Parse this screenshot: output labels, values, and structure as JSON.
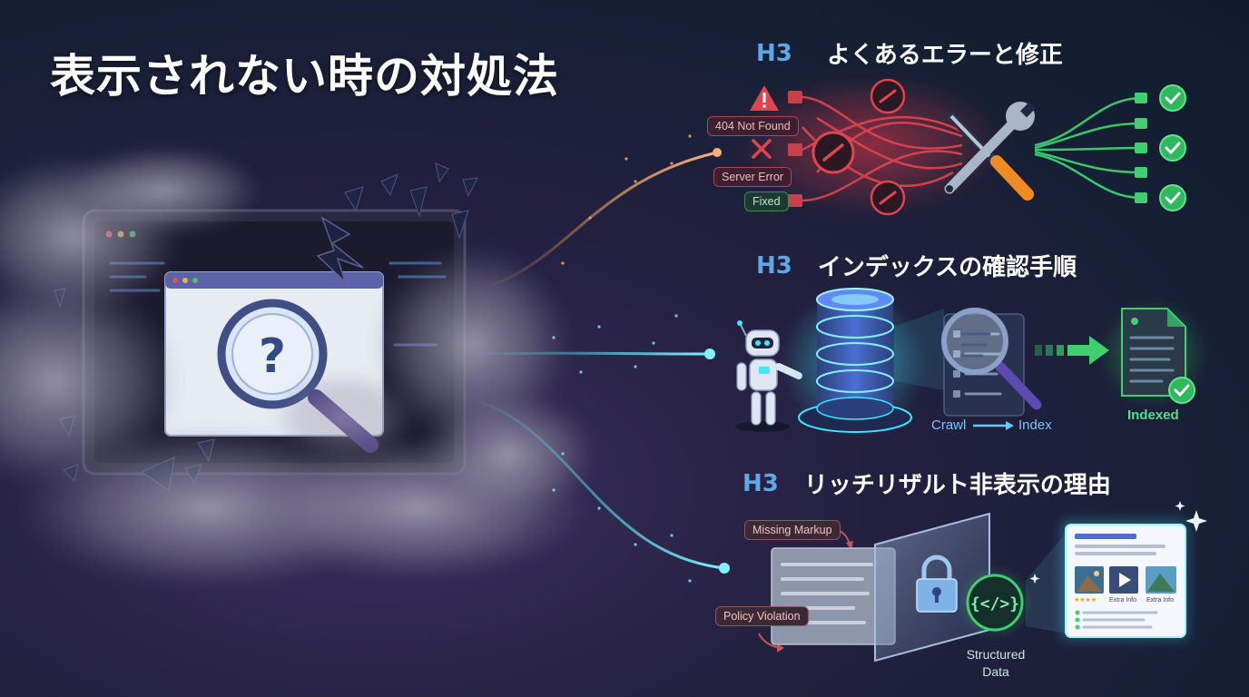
{
  "title": "表示されない時の対処法",
  "sections": [
    {
      "tag": "H3",
      "heading": "よくあるエラーと修正"
    },
    {
      "tag": "H3",
      "heading": "インデックスの確認手順"
    },
    {
      "tag": "H3",
      "heading": "リッチリザルト非表示の理由"
    }
  ],
  "errors": {
    "not_found": "404 Not Found",
    "server_error": "Server Error",
    "fixed": "Fixed"
  },
  "index_flow": {
    "crawl": "Crawl",
    "index": "Index",
    "indexed": "Indexed"
  },
  "rich": {
    "missing_markup": "Missing Markup",
    "policy_violation": "Policy Violation",
    "structured_data_line1": "Structured",
    "structured_data_line2": "Data",
    "stars": "★★★★",
    "extra_info_1": "Extra Info",
    "extra_info_2": "Extra Info"
  },
  "colors": {
    "error_red": "#e0454f",
    "success_green": "#3ecf6e",
    "accent_cyan": "#3ee6ff",
    "heading_blue": "#5fa8e8"
  }
}
